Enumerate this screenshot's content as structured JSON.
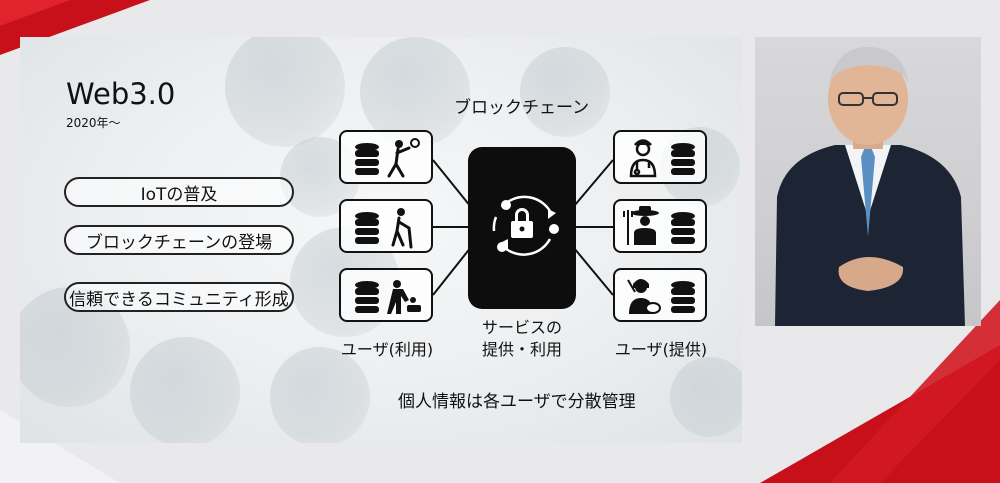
{
  "slide": {
    "title": "Web3.0",
    "subtitle": "2020年〜",
    "pills": [
      "IoTの普及",
      "ブロックチェーンの登場",
      "信頼できるコミュニティ形成"
    ],
    "chain_title": "ブロックチェーン",
    "left_caption": "ユーザ(利用)",
    "center_caption_line1": "サービスの",
    "center_caption_line2": "提供・利用",
    "right_caption": "ユーザ(提供)",
    "footer_note": "個人情報は各ユーザで分散管理",
    "left_users": [
      "tennis-player-icon",
      "elderly-person-icon",
      "parent-baby-icon"
    ],
    "right_users": [
      "doctor-icon",
      "farmer-icon",
      "artist-icon"
    ]
  },
  "colors": {
    "accent_red": "#d0101c",
    "ink": "#111111"
  }
}
